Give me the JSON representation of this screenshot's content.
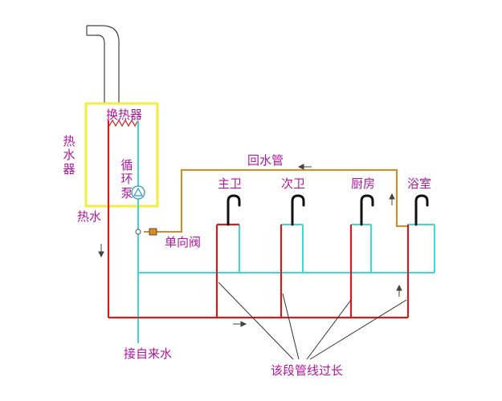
{
  "colors": {
    "hot_pipe": "#cc1f1f",
    "cold_pipe": "#3fd7d7",
    "return_pipe": "#e08a1e",
    "heater_box": "#f2ee3a",
    "label_text": "#b1169f",
    "line_black": "#333333",
    "chimney": "#444444"
  },
  "icons": [
    "chimney-icon",
    "heat-exchanger-coil-icon",
    "circulation-pump-icon",
    "check-valve-icon",
    "faucet-icon",
    "flow-arrow-icon"
  ],
  "labels": {
    "heater": "热水器",
    "heat_exchanger": "换热器",
    "pump": "循环泵",
    "hot_water": "热水",
    "return_pipe": "回水管",
    "check_valve": "单向阀",
    "bath_main": "主卫",
    "bath_second": "次卫",
    "kitchen": "厨房",
    "shower_room": "浴室",
    "cold_inlet": "接自来水",
    "too_long_note": "该段管线过长"
  }
}
